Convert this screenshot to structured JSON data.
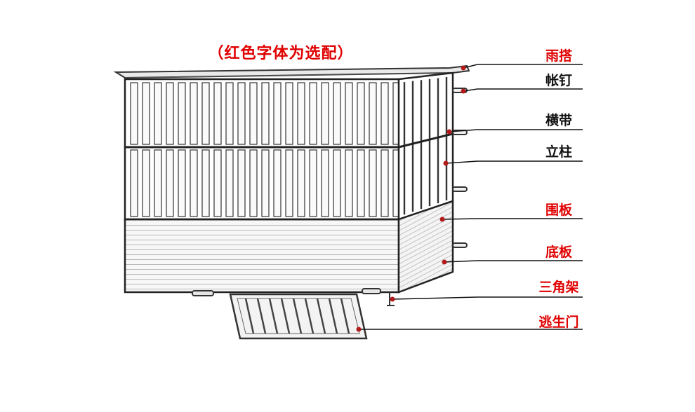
{
  "note": "（红色字体为选配）",
  "colors": {
    "optional": "#e00000",
    "standard": "#111111",
    "marker": "#b31b1b"
  },
  "labels": [
    {
      "text": "雨搭",
      "optional": true
    },
    {
      "text": "帐钉",
      "optional": false
    },
    {
      "text": "横带",
      "optional": false
    },
    {
      "text": "立柱",
      "optional": false
    },
    {
      "text": "围板",
      "optional": true
    },
    {
      "text": "底板",
      "optional": true
    },
    {
      "text": "三角架",
      "optional": true
    },
    {
      "text": "逃生门",
      "optional": true
    }
  ]
}
